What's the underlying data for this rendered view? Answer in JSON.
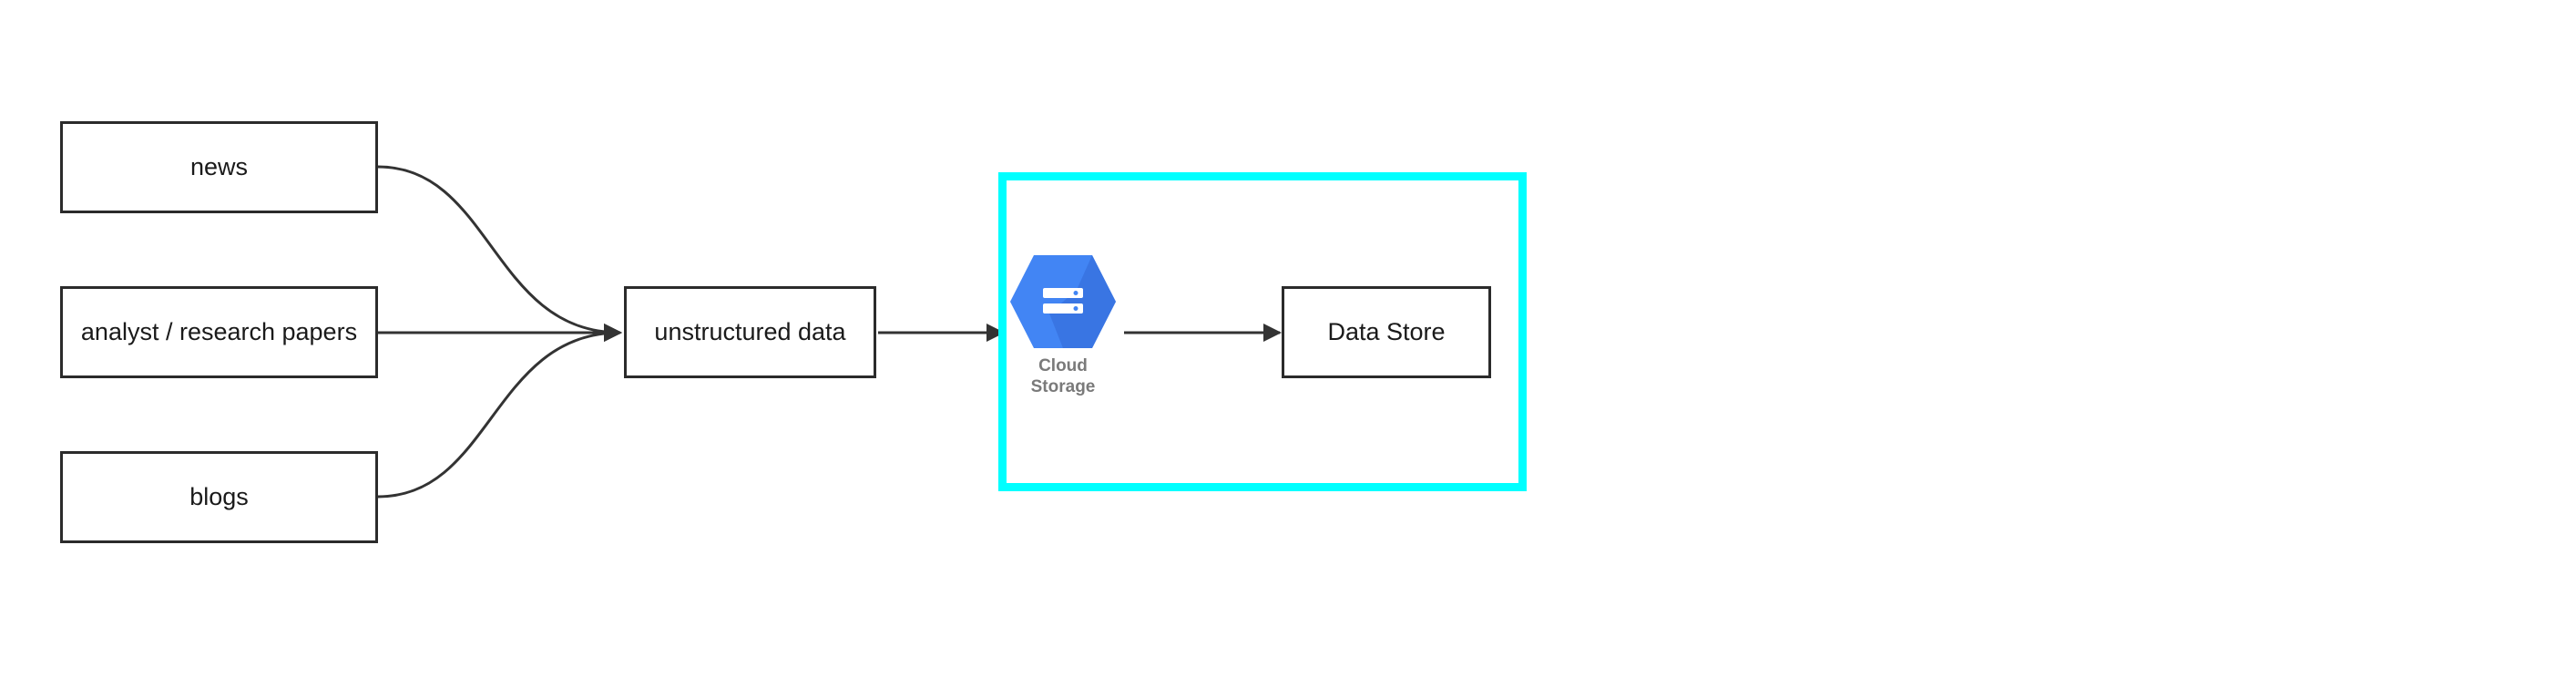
{
  "nodes": {
    "news": "news",
    "papers": "analyst / research papers",
    "blogs": "blogs",
    "unstructured": "unstructured data",
    "data_store": "Data Store"
  },
  "cloud_storage": {
    "icon": "google-cloud-storage-icon",
    "label_line1": "Cloud",
    "label_line2": "Storage"
  },
  "colors": {
    "box_border": "#2b2b2b",
    "highlight": "#00ffff",
    "cloud_storage_blue": "#4285f4",
    "connector": "#333333"
  }
}
